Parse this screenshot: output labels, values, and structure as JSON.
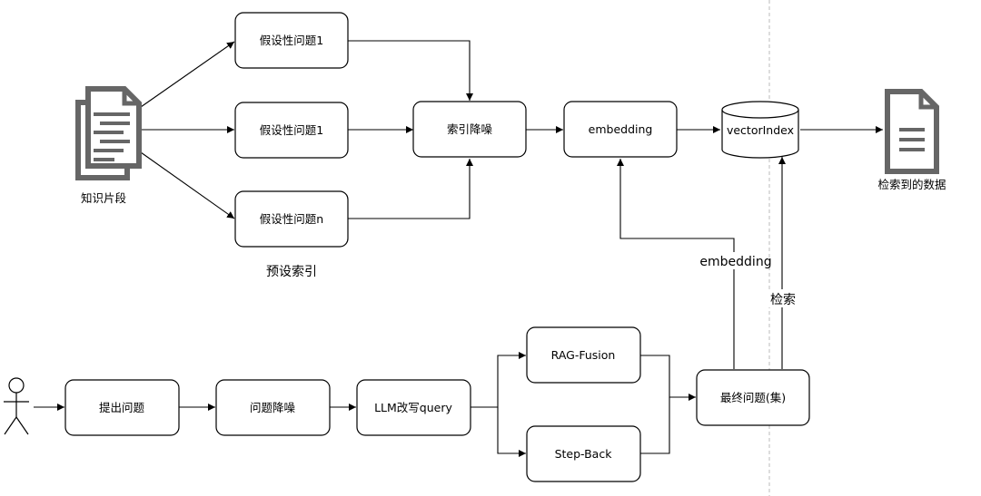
{
  "nodes": {
    "hypo_q1": "假设性问题1",
    "hypo_q2": "假设性问题1",
    "hypo_qn": "假设性问题n",
    "denoise_index": "索引降噪",
    "embedding": "embedding",
    "vector_index": "vectorIndex",
    "submit_question": "提出问题",
    "question_denoise": "问题降噪",
    "llm_rewrite": "LLM改写query",
    "rag_fusion": "RAG-Fusion",
    "step_back": "Step-Back",
    "final_question": "最终问题(集)"
  },
  "labels": {
    "knowledge_fragments": "知识片段",
    "retrieved_data": "检索到的数据",
    "preset_index": "预设索引"
  },
  "edge_labels": {
    "embedding_edge": "embedding",
    "retrieve_edge": "检索"
  }
}
